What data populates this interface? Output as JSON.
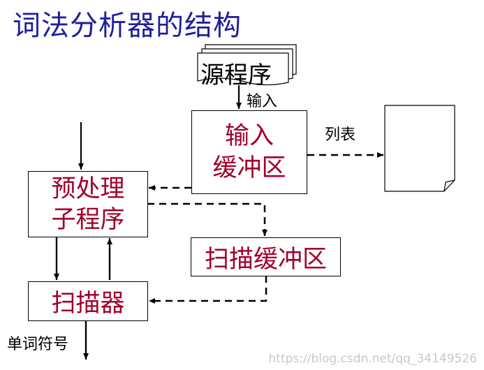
{
  "title": "词法分析器的结构",
  "nodes": {
    "source": "源程序",
    "input_buffer": [
      "输入",
      "缓冲区"
    ],
    "preprocessor": [
      "预处理",
      "子程序"
    ],
    "scan_buffer": "扫描缓冲区",
    "scanner": "扫描器"
  },
  "labels": {
    "input": "输入",
    "listing": "列表",
    "token": "单词符号"
  },
  "watermark": "https://blog.csdn.net/qq_34149526",
  "colors": {
    "title": "#1f1f9a",
    "node_text": "#a0002a",
    "line": "#000000"
  }
}
